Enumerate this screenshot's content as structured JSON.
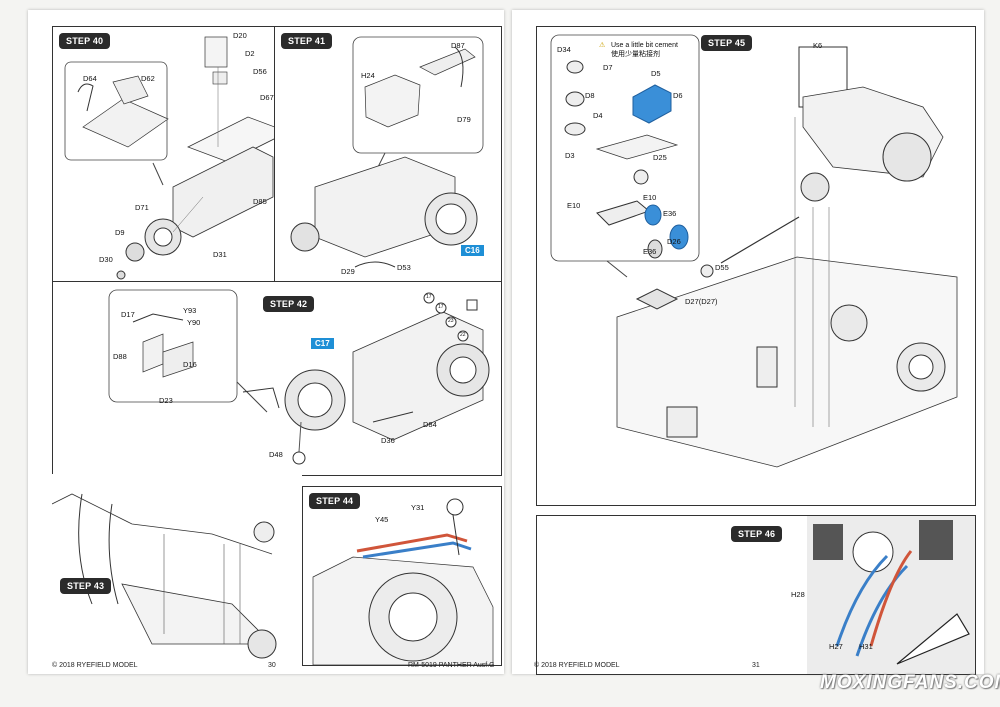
{
  "left_page": {
    "footer": {
      "copyright": "© 2018 RYEFIELD MODEL",
      "page_number": "30",
      "product": "RM-5019 PANTHER Ausf.G"
    },
    "step40": {
      "title": "STEP 40",
      "parts": [
        "D64",
        "D62",
        "D20",
        "D2",
        "D56",
        "D67",
        "D71",
        "D85",
        "D9",
        "D31",
        "D30"
      ]
    },
    "step41": {
      "title": "STEP 41",
      "parts": [
        "H24",
        "D87",
        "D79",
        "D29",
        "D53"
      ],
      "color_ref": "C16"
    },
    "step42": {
      "title": "STEP 42",
      "parts": [
        "D17",
        "Y93",
        "Y90",
        "D88",
        "D16",
        "D23",
        "D48",
        "D36",
        "D84"
      ],
      "color_ref": "C17",
      "callouts": [
        "17",
        "17",
        "23",
        "22"
      ]
    },
    "step43": {
      "title": "STEP 43"
    },
    "step44": {
      "title": "STEP 44",
      "parts": [
        "Y45",
        "Y31"
      ]
    }
  },
  "right_page": {
    "footer": {
      "copyright": "© 2018 RYEFIELD MODEL",
      "page_number": "31"
    },
    "step45": {
      "title": "STEP 45",
      "note_en": "Use a little bit cement",
      "note_cn": "使用少量粘接剂",
      "parts": [
        "D34",
        "D7",
        "D5",
        "D8",
        "D4",
        "D6",
        "D25",
        "D3",
        "E10",
        "E10",
        "E36",
        "D26",
        "E36",
        "D55",
        "D27(D27)",
        "K6"
      ]
    },
    "step46": {
      "title": "STEP 46",
      "parts": [
        "H28",
        "H27",
        "H31"
      ]
    }
  },
  "watermark": "MOXINGFANS.COM",
  "colors": {
    "step_badge": "#2b2b2b",
    "color_ref": "#1e8fd6",
    "red_pipe": "#d0553a",
    "blue_pipe": "#3a7fc8",
    "highlight_part": "#3a8fd8"
  }
}
